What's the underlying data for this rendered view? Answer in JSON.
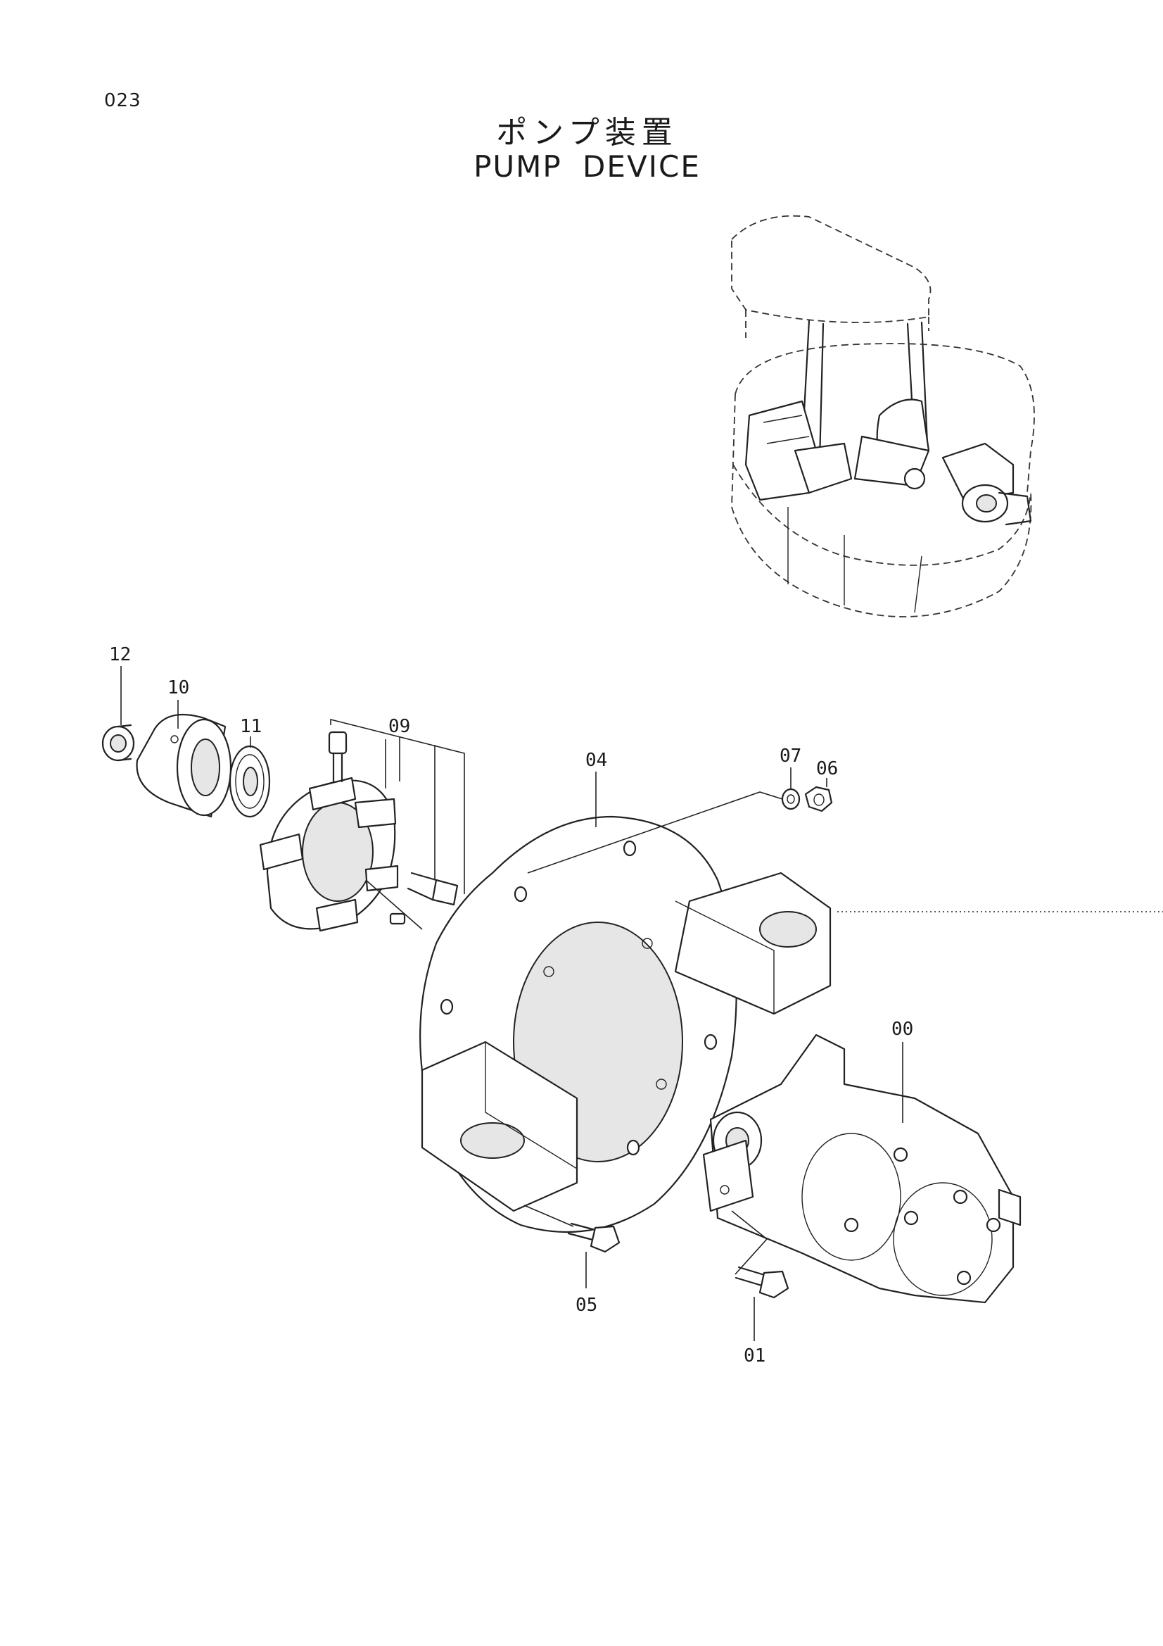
{
  "page_number": "023",
  "title_jp": "ポンプ装置",
  "title_en": "PUMP  DEVICE",
  "callouts": {
    "c00": "00",
    "c01": "01",
    "c04": "04",
    "c05": "05",
    "c06": "06",
    "c07": "07",
    "c09": "09",
    "c10": "10",
    "c11": "11",
    "c12": "12"
  }
}
